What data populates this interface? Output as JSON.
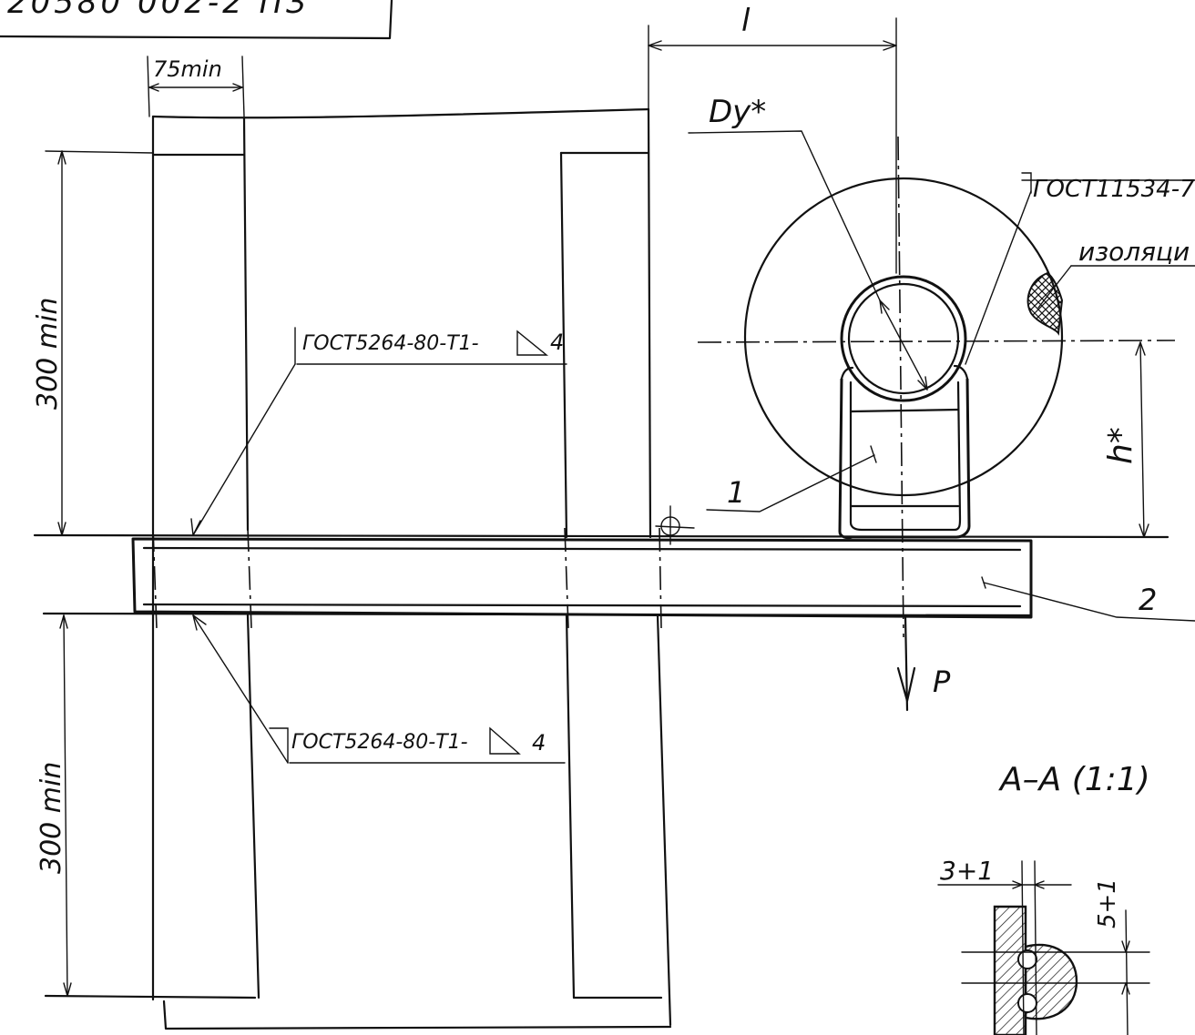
{
  "drawing": {
    "title_block_text": "20580 002-2 ПЗ",
    "dim_length": "l",
    "dim_width": "75min",
    "dim_height_upper": "300 min",
    "dim_height_lower": "300 min",
    "dim_pipe_diameter": "Dy*",
    "dim_height_h": "h*",
    "weld_callout_upper": "ГОСТ5264-80-Т1-",
    "weld_callout_upper_leg": "4",
    "weld_callout_lower": "ГОСТ5264-80-Т1-",
    "weld_callout_lower_leg": "4",
    "weld_callout_pipe": "ГОСТ11534-7",
    "insulation_label": "изоляци",
    "part_1": "1",
    "part_2": "2",
    "load": "P",
    "section_title": "А–А (1:1)",
    "section_dim_gap": "3+1",
    "section_dim_height": "5+1"
  }
}
